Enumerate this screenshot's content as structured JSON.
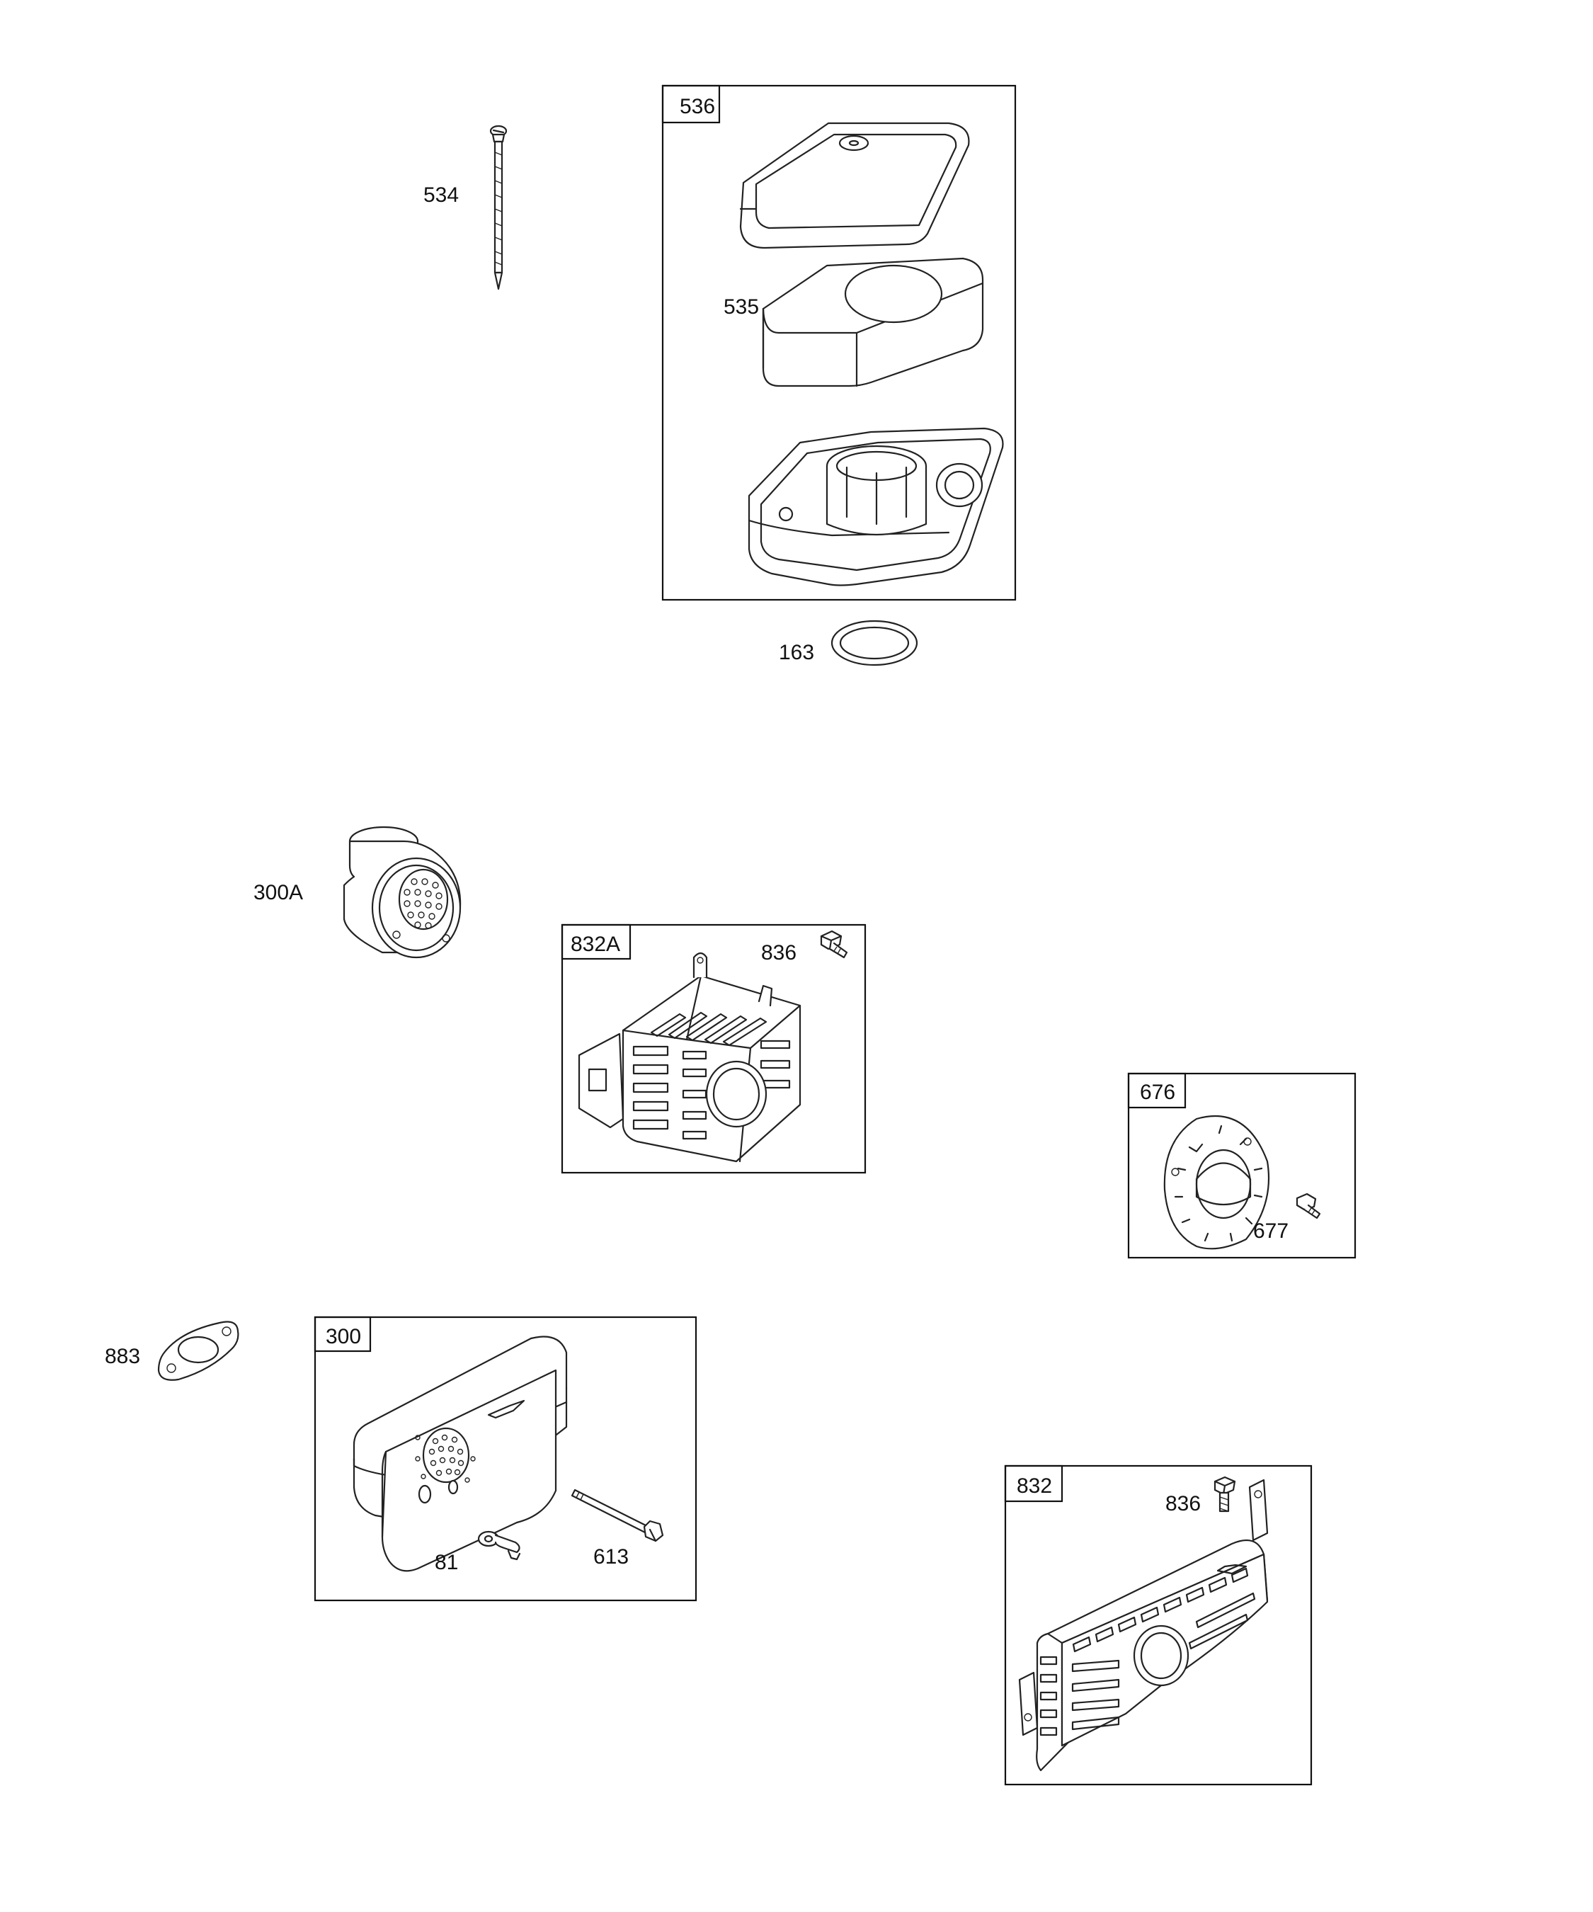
{
  "parts": {
    "p534": "534",
    "p536": "536",
    "p535": "535",
    "p163": "163",
    "p300A": "300A",
    "p832A": "832A",
    "p836a": "836",
    "p676": "676",
    "p677": "677",
    "p883": "883",
    "p300": "300",
    "p81": "81",
    "p613": "613",
    "p832": "832",
    "p836b": "836"
  }
}
